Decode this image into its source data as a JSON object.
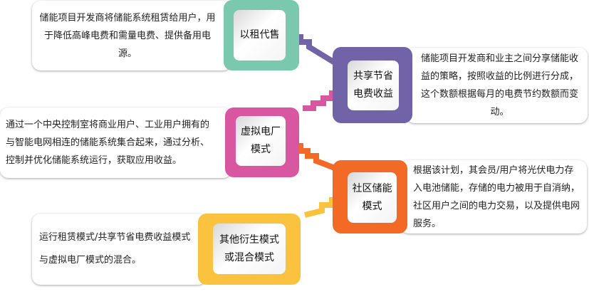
{
  "colors": {
    "teal": "#7ac8ad",
    "purple": "#7262a8",
    "pink": "#d957a0",
    "orange": "#f26a25",
    "yellow": "#fbc23f"
  },
  "items": [
    {
      "title": "以租代售",
      "description": "储能项目开发商将储能系统租赁给用户，用于降低高峰电费和需量电费、提供备用电源。"
    },
    {
      "title": "共享节省电费收益",
      "description": "储能项目开发商和业主之间分享储能收益的策略，按照收益的比例进行分成，这个数额根据每月的电费节约数额而变动。"
    },
    {
      "title": "虚拟电厂模式",
      "description": "通过一个中央控制室将商业用户、工业用户拥有的与智能电网相连的储能系统集合起来，通过分析、控制并优化储能系统运行，获取应用收益。"
    },
    {
      "title": "社区储能模式",
      "description": "根据该计划，其会员/用户将光伏电力存入电池储能，存储的电力被用于自消纳，社区用户之间的电力交易，以及提供电网服务。"
    },
    {
      "title": "其他衍生模式或混合模式",
      "description": "运行租赁模式/共享节省电费收益模式与虚拟电厂模式的混合。"
    }
  ]
}
